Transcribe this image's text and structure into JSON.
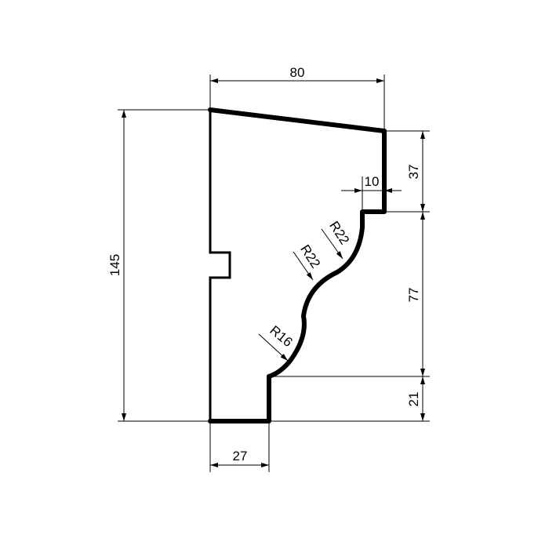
{
  "drawing": {
    "title": "Cornice profile",
    "dimensions": {
      "top_width": "80",
      "total_height": "145",
      "upper_right": "37",
      "step_depth": "10",
      "middle_height": "77",
      "lower_height": "21",
      "bottom_width": "27"
    },
    "radii": [
      "R22",
      "R22",
      "R16"
    ],
    "line_color": "#000000",
    "background": "#ffffff"
  }
}
